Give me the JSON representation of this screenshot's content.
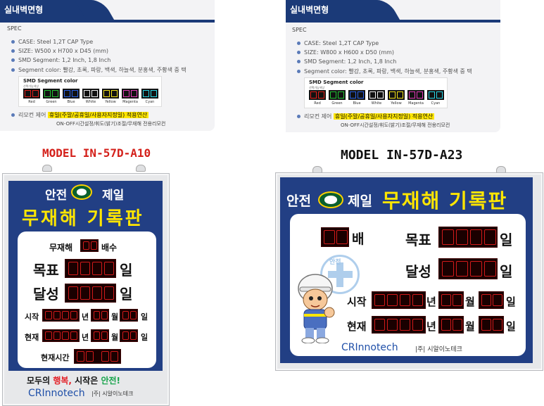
{
  "cards": [
    {
      "tab": "실내벽면형",
      "spec_label": "SPEC",
      "items": [
        "CASE: Steel 1,2T CAP Type",
        "SIZE: W500 x H700 x D45 (mm)",
        "SMD Segment: 1,2 Inch, 1,8 Inch",
        "Segment color: 빨강, 초록, 파랑, 백색, 하늘색, 분홍색, 주황색 중 택"
      ],
      "remote_label": "리모컨 제어",
      "remote_highlight": "휴일(주말/공휴일/사용자지정일) 적용연산",
      "remote_note": "ON-OFF시간설정/휘도(밝기)조절/무재해 전용리모컨"
    },
    {
      "tab": "실내벽면형",
      "spec_label": "SPEC",
      "items": [
        "CASE: Steel 1,2T CAP Type",
        "SIZE: W800 x H600 x D50 (mm)",
        "SMD Segment: 1,2 Inch, 1,8 Inch",
        "Segment color: 빨강, 초록, 파랑, 백색, 하늘색, 분홍색, 주황색 중 택"
      ],
      "remote_label": "리모컨 제어",
      "remote_highlight": "휴일(주말/공휴일/사용자지정일) 적용연산",
      "remote_note": "ON-OFF시간설정/휘도(밝기)조절/무재해 전용리모컨"
    }
  ],
  "smd": {
    "title": "SMD Segment color",
    "subtitle": "선택가능색상",
    "colors": [
      {
        "name": "Red",
        "hex": "#e0201b"
      },
      {
        "name": "Green",
        "hex": "#23c435"
      },
      {
        "name": "Blue",
        "hex": "#2a62e6"
      },
      {
        "name": "White",
        "hex": "#f2f2f2"
      },
      {
        "name": "Yellow",
        "hex": "#f3e21b"
      },
      {
        "name": "Magenta",
        "hex": "#e23bb8"
      },
      {
        "name": "Cyan",
        "hex": "#2ad5e6"
      }
    ]
  },
  "boards": [
    {
      "model": "MODEL IN-57D-A10",
      "header_left": "안전",
      "header_right": "제일",
      "title": "무재해 기록판",
      "row_days": {
        "prefix": "무재해",
        "suffix": "배수"
      },
      "row_goal": "목표",
      "row_goal_unit": "일",
      "row_achieve": "달성",
      "row_achieve_unit": "일",
      "row_start": "시작",
      "row_now": "현재",
      "unit_year": "년",
      "unit_month": "월",
      "unit_day": "일",
      "row_clock": "현재시간",
      "slogan_a": "모두의",
      "slogan_b": "행복,",
      "slogan_c": "시작은",
      "slogan_d": "안전!",
      "brand": "CRInnotech",
      "brand_kr": "|주| 시알이노테크"
    },
    {
      "model": "MODEL IN-57D-A23",
      "header_left": "안전",
      "header_right": "제일",
      "title": "무재해 기록판",
      "row_times": "배",
      "row_goal": "목표",
      "row_goal_unit": "일",
      "row_achieve": "달성",
      "row_achieve_unit": "일",
      "row_start": "시작",
      "row_now": "현재",
      "unit_year": "년",
      "unit_month": "월",
      "unit_day": "일",
      "cross_text": "안전",
      "brand": "CRInnotech",
      "brand_kr": "|주| 시알이노테크"
    }
  ],
  "colors": {
    "navy": "#223f84",
    "title_yellow": "#ffe600",
    "model_red": "#d4201a",
    "led_red": "#d11a1a",
    "brand_blue": "#1f4fa8",
    "slogan_red": "#e31f26",
    "slogan_green": "#16a34a"
  }
}
